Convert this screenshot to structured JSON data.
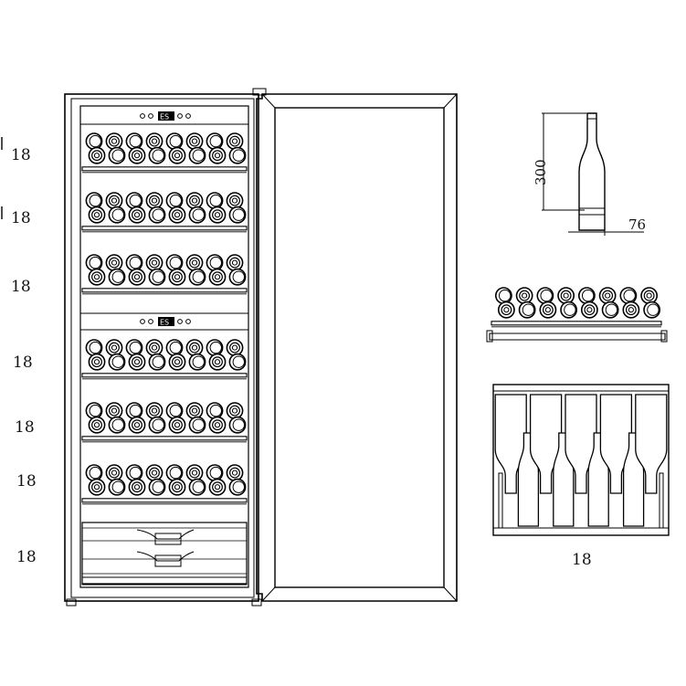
{
  "shelf_labels": [
    "18",
    "18",
    "18",
    "18",
    "18",
    "18",
    "18"
  ],
  "display_text": [
    "ES",
    "ES"
  ],
  "bottle_dimensions": {
    "height": "300",
    "diameter": "76"
  },
  "side_view_capacity": "18",
  "bottles_per_row_front": 8,
  "rows_per_shelf": 2,
  "side_view_bottle_count": 9
}
